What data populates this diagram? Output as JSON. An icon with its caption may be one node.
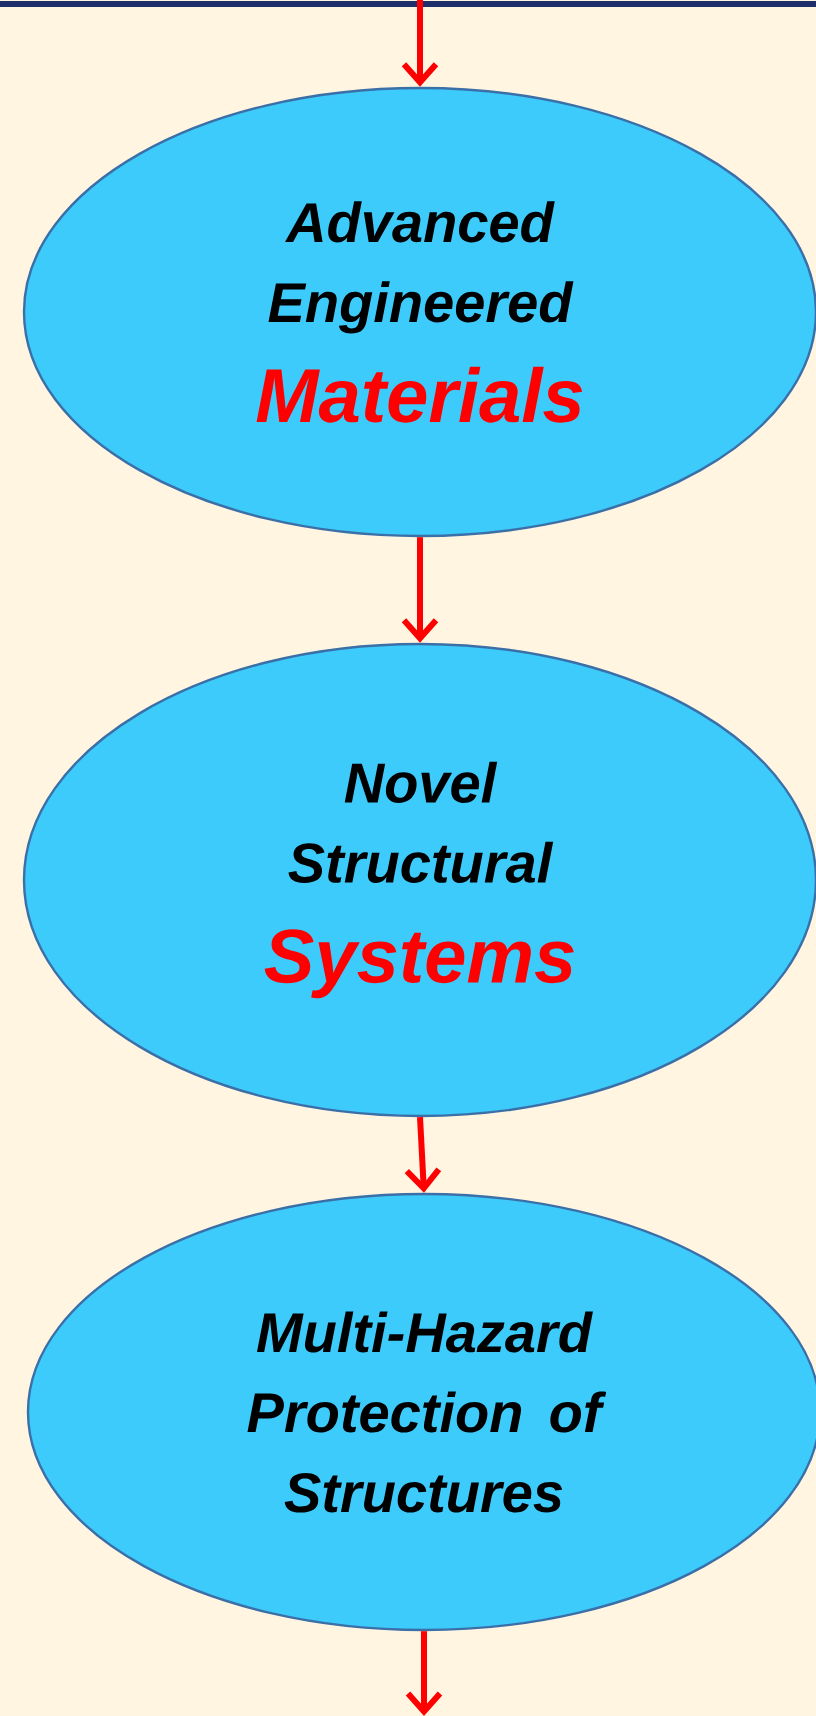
{
  "diagram": {
    "nodes": [
      {
        "text": [
          "Advanced Engineered",
          "Materials"
        ]
      },
      {
        "text": [
          "Novel Structural",
          "Systems"
        ]
      },
      {
        "text": [
          "Multi-Hazard Protection of Structures"
        ]
      }
    ],
    "edges": [
      {
        "from": null,
        "to": 0,
        "arrow": "to"
      },
      {
        "from": 0,
        "to": 1,
        "arrow": "to"
      },
      {
        "from": 1,
        "to": 2,
        "arrow": "to"
      },
      {
        "from": 2,
        "to": null,
        "arrow": "to"
      }
    ]
  }
}
